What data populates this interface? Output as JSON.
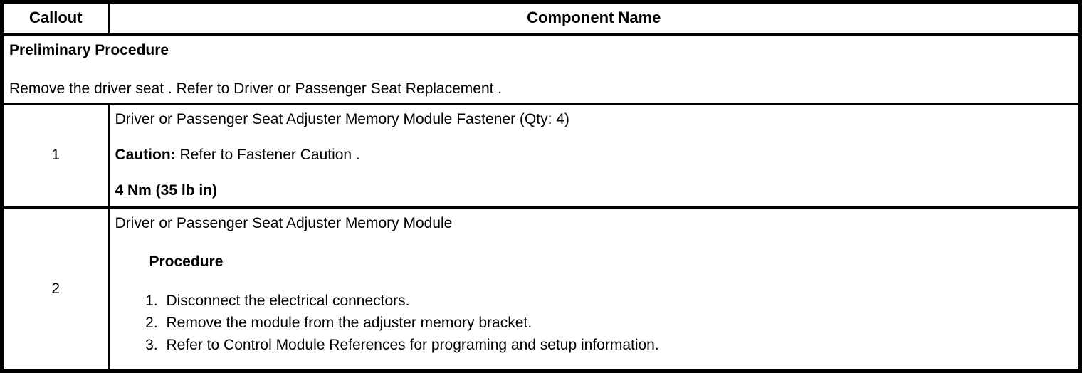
{
  "colors": {
    "border": "#000000",
    "text": "#000000",
    "background": "#ffffff"
  },
  "table": {
    "headers": {
      "callout": "Callout",
      "component_name": "Component Name"
    },
    "preliminary": {
      "title": "Preliminary Procedure",
      "text": "Remove the driver seat . Refer to Driver or Passenger Seat Replacement ."
    },
    "rows": [
      {
        "callout": "1",
        "component": "Driver or Passenger Seat Adjuster Memory Module Fastener (Qty: 4)",
        "caution_label": "Caution:",
        "caution_text": " Refer to Fastener Caution .",
        "torque": "4 Nm (35 lb in)"
      },
      {
        "callout": "2",
        "component": "Driver or Passenger Seat Adjuster Memory Module",
        "procedure_heading": "Procedure",
        "steps": [
          "Disconnect the electrical connectors.",
          "Remove the module from the adjuster memory bracket.",
          "Refer to Control Module References for programing and setup information."
        ]
      }
    ]
  }
}
